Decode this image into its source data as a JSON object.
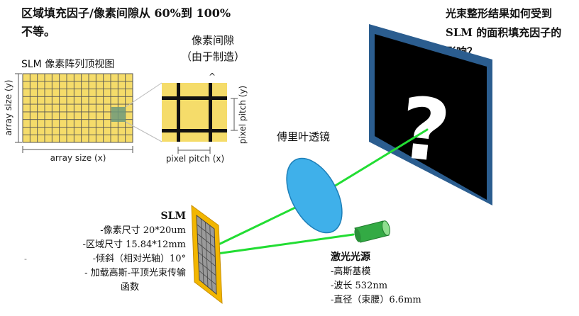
{
  "colors": {
    "grid_fill": "#f5dc6a",
    "grid_line": "#555555",
    "highlight": "#6f9a7a",
    "slm_frame": "#f2b600",
    "lens": "#3fb0ea",
    "beam": "#22dd33",
    "laser": "#33aa44",
    "screen_frame": "#2b5d8f",
    "screen": "#000000"
  },
  "top_left": {
    "line1": "区域填充因子/像素间隙从 60%到 100%",
    "line2": "不等。"
  },
  "top_right": {
    "line1": "光束整形结果如何受到",
    "line2": "SLM 的面积填充因子的",
    "line3": "影响？"
  },
  "slm_view": {
    "title": "SLM 像素阵列顶视图",
    "x_label": "array size (x)",
    "y_label": "array size (y)"
  },
  "pixel_gap": {
    "title": "像素间隙",
    "subtitle": "（由于制造）",
    "x_label": "pixel pitch (x)",
    "y_label": "pixel pitch (y)",
    "marker": "^"
  },
  "lens_label": "傅里叶透镜",
  "slm": {
    "title": "SLM",
    "items": [
      "-像素尺寸 20*20um",
      "-区域尺寸 15.84*12mm",
      "-倾斜（相对光轴）10°",
      "- 加载高斯-平顶光束传输",
      "函数"
    ]
  },
  "laser": {
    "title": "激光光源",
    "items": [
      "-高斯基模",
      "-波长  532nm",
      "-直径（束腰）6.6mm"
    ]
  },
  "screen": {
    "symbol": "?"
  },
  "stray_mark": "-"
}
